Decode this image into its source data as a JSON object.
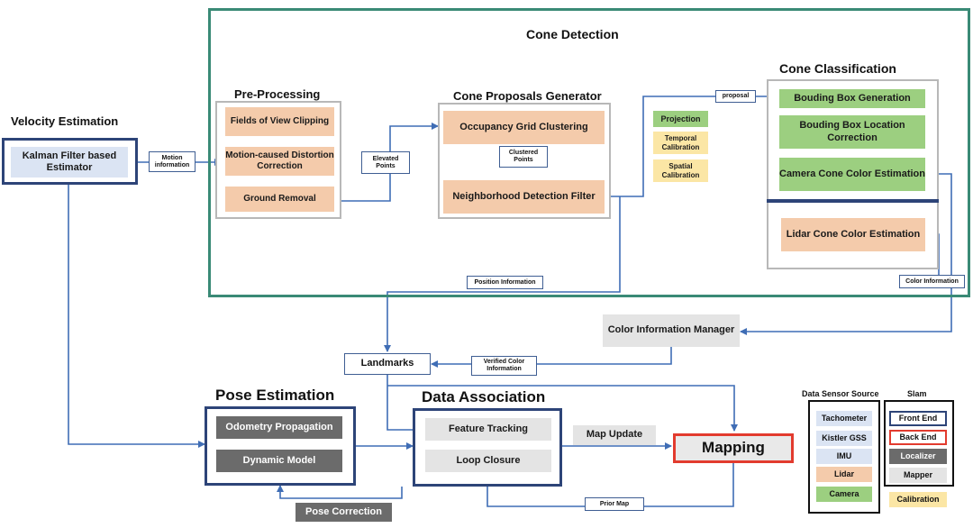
{
  "cone_detection": {
    "title": "Cone Detection",
    "pre_processing": {
      "title": "Pre-Processing",
      "fov_clipping": "Fields of View Clipping",
      "motion_distortion": "Motion-caused Distortion Correction",
      "ground_removal": "Ground  Removal"
    },
    "proposals": {
      "title": "Cone Proposals Generator",
      "occupancy": "Occupancy Grid Clustering",
      "clustered_points": "Clustered Points",
      "neighborhood": "Neighborhood Detection Filter"
    },
    "calibration": {
      "projection": "Projection",
      "temporal": "Temporal Calibration",
      "spatial": "Spatial Calibration"
    },
    "classification": {
      "title": "Cone Classification",
      "bbox_generation": "Bouding Box  Generation",
      "bbox_location": "Bouding Box Location Correction",
      "camera_color": "Camera Cone Color Estimation",
      "lidar_color": "Lidar Cone Color Estimation"
    },
    "labels": {
      "proposal": "proposal",
      "elevated_points": "Elevated Points",
      "position_information": "Position Information",
      "color_information": "Color Information"
    }
  },
  "velocity": {
    "title": "Velocity Estimation",
    "kalman": "Kalman Filter based Estimator",
    "motion_information": "Motion information"
  },
  "middle": {
    "color_manager": "Color Information Manager",
    "landmarks": "Landmarks",
    "verified_color": "Verified Color Information"
  },
  "pose": {
    "title": "Pose Estimation",
    "odometry": "Odometry Propagation",
    "dynamic_model": "Dynamic Model",
    "pose_correction": "Pose Correction"
  },
  "data_association": {
    "title": "Data Association",
    "feature_tracking": "Feature Tracking",
    "loop_closure": "Loop Closure",
    "map_update": "Map Update",
    "prior_map": "Prior Map"
  },
  "mapping": {
    "title": "Mapping"
  },
  "legend": {
    "sensor_title": "Data Sensor Source",
    "sensors": [
      "Tachometer",
      "Kistler GSS",
      "IMU",
      "Lidar",
      "Camera"
    ],
    "slam_title": "Slam",
    "slam": [
      "Front End",
      "Back End",
      "Localizer",
      "Mapper"
    ],
    "calibration": "Calibration"
  },
  "colors": {
    "frame_teal": "#3a8a76",
    "navy": "#2d4478",
    "arrow_blue": "#3f6db5",
    "lidar_orange": "#f4cbab",
    "camera_green": "#9ccf80",
    "calibration_yellow": "#fbe6a5",
    "front_end_navy": "#2d4478",
    "back_end_red": "#e23b2e",
    "localizer_gray": "#6b6b6b",
    "mapper_gray": "#e4e4e4",
    "sensor_blue": "#dbe4f3"
  }
}
